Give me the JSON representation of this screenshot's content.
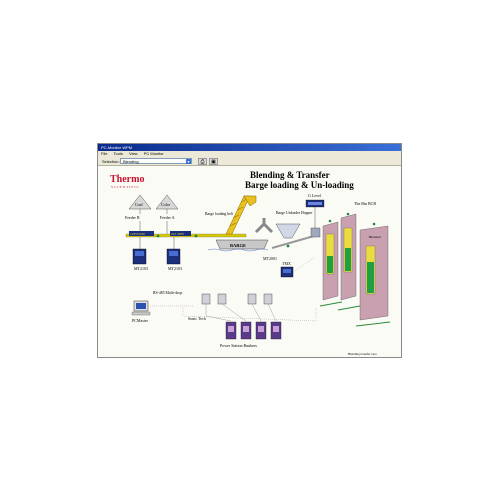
{
  "window": {
    "title": "PC-Monitor WPM",
    "menu": [
      "File",
      "Tools",
      "View",
      "PC Monitor"
    ],
    "screen_label": "Selection:",
    "screen_value": "Blending"
  },
  "brand": {
    "name": "Thermo",
    "sub": "SCIENTIFIC",
    "color": "#c8102e"
  },
  "diagram": {
    "title_line1": "Blending & Transfer",
    "title_line2": "Barge loading & Un-loading",
    "coal_label": "Coal",
    "color_label": "Color",
    "feeder_b": "Feeder B",
    "feeder_a": "Feeder A",
    "belt_value_1": "123574.00",
    "belt_value_2": "215 TPH",
    "mt_left": "MT2103",
    "mt_right": "MT2103",
    "barge_loading_belt": "Barge loading belt",
    "barge": "BARGE",
    "barge_unloader": "Barge Unloader Hopper",
    "mt2001": "MT2001",
    "g_level": "G Level",
    "tmx": "TMX",
    "the_bin_bcb": "The Bin BCB",
    "blended": "Blended",
    "rs485": "RS-485 Multi-drop",
    "pcmaster": "PCMaster",
    "sonic_tech": "Sonic Tech",
    "power_station": "Power Station Bunkers",
    "footer": "Blending transfer raya"
  },
  "colors": {
    "tank_fill": "#c8a0b0",
    "tank_window": "#e8dc40",
    "belt": "#d8c800",
    "crane": "#e8c020",
    "instrument": "#1c2f7a",
    "bunker": "#5a3a8a"
  }
}
